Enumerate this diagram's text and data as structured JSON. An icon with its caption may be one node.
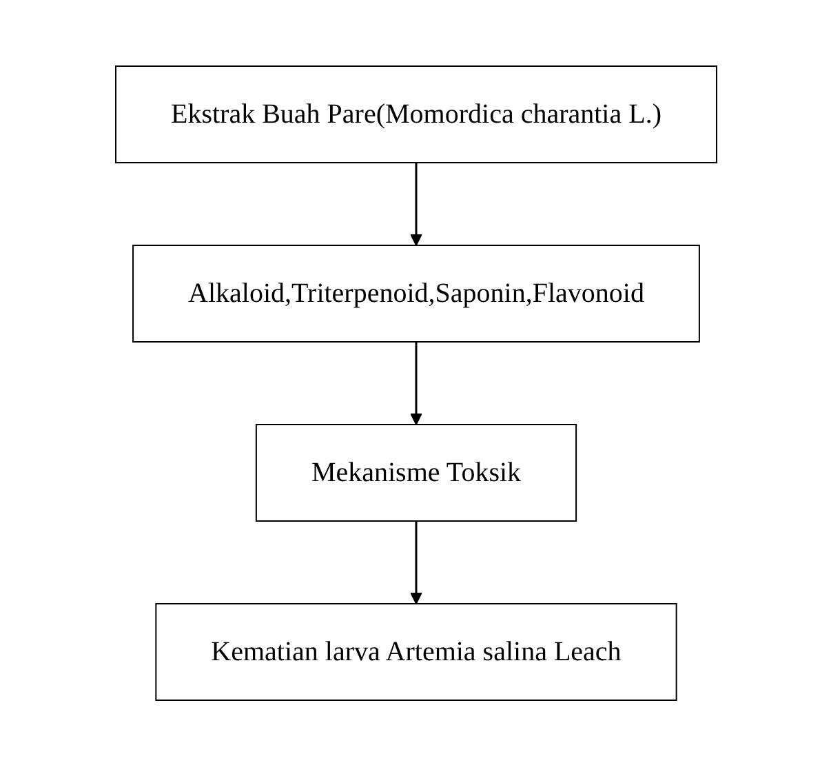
{
  "diagram": {
    "nodes": [
      {
        "text": [
          "Ekstrak Buah Pare(Momordica charantia L.)"
        ]
      },
      {
        "text": [
          "Alkaloid,Triterpenoid,Saponin,Flavonoid"
        ]
      },
      {
        "text": [
          "Mekanisme Toksik"
        ]
      },
      {
        "text": [
          "Kematian larva Artemia salina Leach"
        ]
      }
    ],
    "edges": [
      {
        "from": 0,
        "to": 1,
        "arrow": "to"
      },
      {
        "from": 1,
        "to": 2,
        "arrow": "to"
      },
      {
        "from": 2,
        "to": 3,
        "arrow": "to"
      }
    ]
  }
}
